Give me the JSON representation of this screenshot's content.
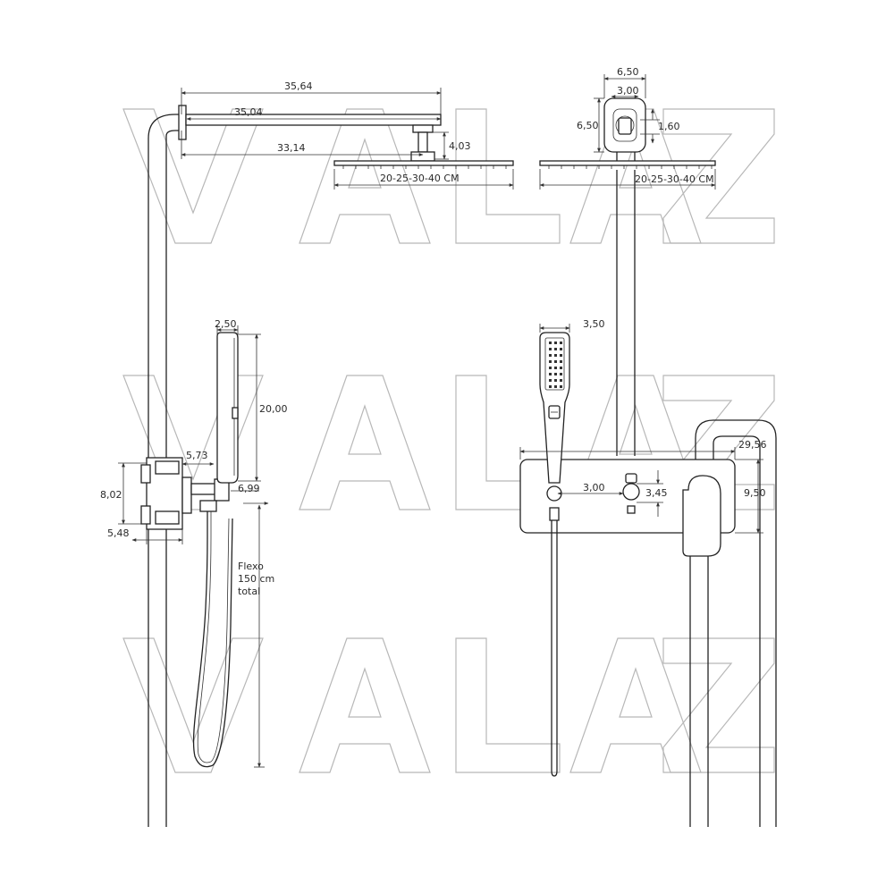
{
  "watermark": {
    "text": "VALAZ",
    "color": "#b8b8b8"
  },
  "drawing": {
    "line_color": "#222222",
    "rain_head_top": {
      "dims": {
        "arm_total": "35,64",
        "arm_wall": "35,04",
        "arm_head": "33,14",
        "connector_drop": "4,03",
        "head_sizes": "20-25-30-40 CM"
      }
    },
    "rain_head_right": {
      "dims": {
        "flange_width": "6,50",
        "flange_inner": "3,00",
        "flange_height": "6,50",
        "flange_depth": "1,60",
        "head_sizes": "20-25-30-40 CM"
      }
    },
    "hand_shower_side": {
      "dims": {
        "head_width": "2,50",
        "head_length": "20,00",
        "holder_offset": "5,73",
        "body_height": "8,02",
        "holder_depth": "6,99",
        "body_depth": "5,48"
      },
      "hose_note_lines": [
        "Flexo",
        "150 cm",
        "total"
      ]
    },
    "valve_front": {
      "dims": {
        "hand_width": "3,50",
        "valve_width": "29,56",
        "knob_offset": "3,00",
        "knob_height": "3,45",
        "valve_height": "9,50"
      }
    }
  }
}
